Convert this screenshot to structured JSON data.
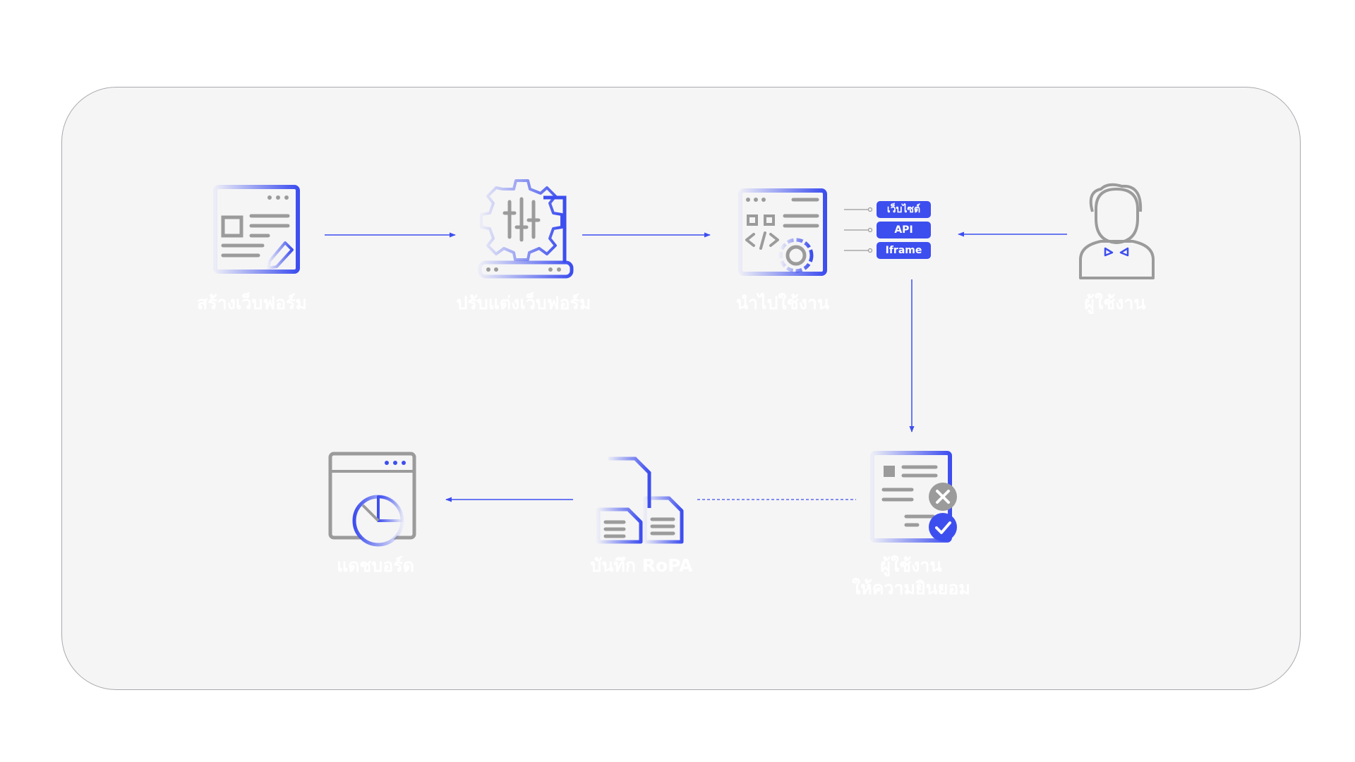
{
  "steps": {
    "create_form": "สร้างเว็บฟอร์ม",
    "customize_form": "ปรับแต่งเว็บฟอร์ม",
    "deploy": "นำไปใช้งาน",
    "user": "ผู้ใช้งาน",
    "consent_line1": "ผู้ใช้งาน",
    "consent_line2": "ให้ความยินยอม",
    "ropa": "บันทึก RoPA",
    "dashboard": "แดชบอร์ด"
  },
  "channels": [
    "เว็บไซต์",
    "API",
    "Iframe"
  ],
  "colors": {
    "accent": "#3d4eef",
    "gray": "#9b9b9b",
    "panel": "#f5f5f6",
    "label": "#ffffff"
  },
  "icons": [
    "web-form-edit-icon",
    "settings-sliders-icon",
    "code-gear-icon",
    "user-icon",
    "consent-document-icon",
    "copy-documents-icon",
    "dashboard-pie-icon"
  ]
}
